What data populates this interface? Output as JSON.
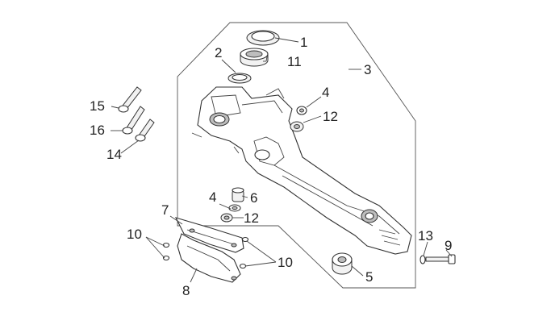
{
  "diagram": {
    "callouts": {
      "c1": "1",
      "c2": "2",
      "c3": "3",
      "c4a": "4",
      "c4b": "4",
      "c5": "5",
      "c6": "6",
      "c7": "7",
      "c8": "8",
      "c9": "9",
      "c10a": "10",
      "c10b": "10",
      "c11": "11",
      "c12a": "12",
      "c12b": "12",
      "c13": "13",
      "c14": "14",
      "c15": "15",
      "c16": "16"
    }
  }
}
